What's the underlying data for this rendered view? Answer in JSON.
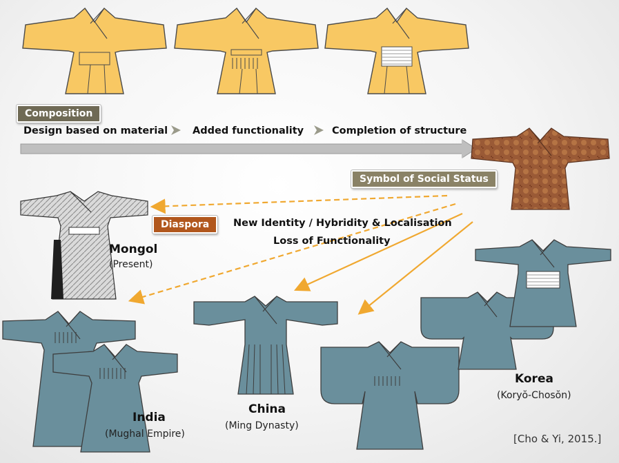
{
  "composition": {
    "label": "Composition",
    "steps": [
      "Design based on material",
      "Added functionality",
      "Completion of structure"
    ]
  },
  "social_status_label": "Symbol of Social Status",
  "diaspora": {
    "label": "Diaspora",
    "notes": [
      "New Identity  / Hybridity & Localisation",
      "Loss of Functionality"
    ]
  },
  "regions": {
    "mongol": {
      "name": "Mongol",
      "era": "(Present)"
    },
    "india": {
      "name": "India",
      "era": "(Mughal Empire)"
    },
    "china": {
      "name": "China",
      "era": "(Ming Dynasty)"
    },
    "korea": {
      "name": "Korea",
      "era": "(Koryŏ-Chosŏn)"
    }
  },
  "citation": "[Cho & Yi, 2015.]",
  "colors": {
    "robe_gold": "#f8c863",
    "robe_blue": "#6a8f9c",
    "outline": "#4a4a4a",
    "tag_dark": "#6f6a55",
    "tag_olive": "#8a8266",
    "tag_brown": "#b1571d",
    "arrow_orange": "#f0a830",
    "artifact_brown": "#9a5a36"
  }
}
